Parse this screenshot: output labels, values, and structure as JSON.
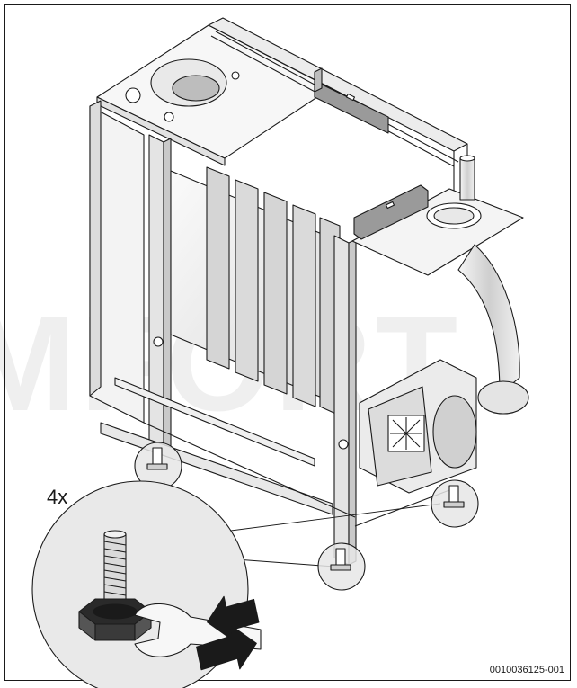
{
  "figure": {
    "multiplier_label": "4x",
    "document_id": "0010036125-001",
    "watermark_text": "MFORT"
  },
  "colors": {
    "line": "#1a1a1a",
    "metal_light": "#f2f2f2",
    "metal_mid": "#d6d6d6",
    "metal_dark": "#8c8c8c",
    "level_gray": "#9a9a9a",
    "highlight_circle": "#e6e6e6",
    "arrow": "#1a1a1a"
  },
  "icons": [
    "spirit-level-icon",
    "adjustable-foot-icon",
    "wrench-icon",
    "rotate-arrow-icon"
  ]
}
